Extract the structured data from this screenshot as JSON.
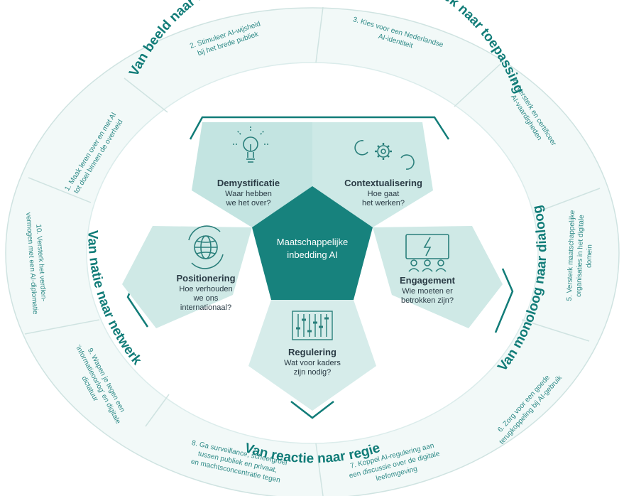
{
  "center": {
    "lines": [
      "Maatschappelijke",
      "inbedding AI"
    ]
  },
  "pillars": [
    {
      "id": "demystificatie",
      "title": "Demystificatie",
      "question": [
        "Waar hebben",
        "we het over?"
      ],
      "icon": "lightbulb-icon"
    },
    {
      "id": "contextualisering",
      "title": "Contextualisering",
      "question": [
        "Hoe gaat",
        "het werken?"
      ],
      "icon": "gears-icon"
    },
    {
      "id": "engagement",
      "title": "Engagement",
      "question": [
        "Wie moeten er",
        "betrokken zijn?"
      ],
      "icon": "audience-icon"
    },
    {
      "id": "regulering",
      "title": "Regulering",
      "question": [
        "Wat voor kaders",
        "zijn nodig?"
      ],
      "icon": "sliders-icon"
    },
    {
      "id": "positionering",
      "title": "Positionering",
      "question": [
        "Hoe verhouden",
        "we ons",
        "internationaal?"
      ],
      "icon": "globe-icon"
    }
  ],
  "themes": [
    {
      "id": "beeld-begrip",
      "label": "Van beeld naar begrip"
    },
    {
      "id": "techniek-toepassing",
      "label": "Van techniek naar toepassing"
    },
    {
      "id": "monoloog-dialoog",
      "label": "Van monoloog naar dialoog"
    },
    {
      "id": "reactie-regie",
      "label": "Van reactie naar regie"
    },
    {
      "id": "natie-netwerk",
      "label": "Van natie naar netwerk"
    }
  ],
  "recommendations": [
    {
      "id": "rec-1",
      "lines": [
        "1. Maak leren over en met AI",
        "tot doel binnen de overheid"
      ]
    },
    {
      "id": "rec-2",
      "lines": [
        "2. Stimuleer AI-wijsheid",
        "bij het brede publiek"
      ]
    },
    {
      "id": "rec-3",
      "lines": [
        "3. Kies voor een Nederlandse",
        "AI-identiteit"
      ]
    },
    {
      "id": "rec-4",
      "lines": [
        "4. Versterk en certificeer",
        "AI-vaardigheden"
      ]
    },
    {
      "id": "rec-5",
      "lines": [
        "5. Versterk maatschappelijke",
        "organisaties in het digitale",
        "domein"
      ]
    },
    {
      "id": "rec-6",
      "lines": [
        "6. Zorg voor een goede",
        "terugkoppeling bij AI-gebruik"
      ]
    },
    {
      "id": "rec-7",
      "lines": [
        "7. Koppel AI-regulering aan",
        "een discussie over de digitale",
        "leefomgeving"
      ]
    },
    {
      "id": "rec-8",
      "lines": [
        "8. Ga surveillance, scheefgroei",
        "tussen publiek en privaat,",
        "en machtsconcentratie tegen"
      ]
    },
    {
      "id": "rec-9",
      "lines": [
        "9. Wapen je tegen een",
        "'informatieoorlog' en digitale",
        "dictatuur"
      ]
    },
    {
      "id": "rec-10",
      "lines": [
        "10. Versterk het verdien-",
        "vermogen met een AI-diplomatie"
      ]
    }
  ],
  "colors": {
    "center": "#17827d",
    "petal_top": "#c3e4e1",
    "petal_side": "#cfe9e6",
    "petal_bottom": "#d6ecea",
    "ring_fill": "#f2f9f8",
    "ring_line": "#cfe3e1",
    "text_teal": "#117c78",
    "icon_teal": "#2a7f7b"
  }
}
